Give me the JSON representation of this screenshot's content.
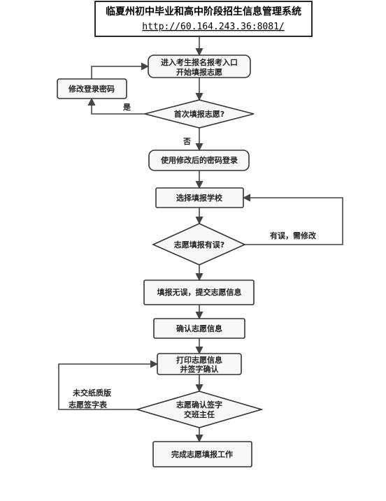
{
  "header": {
    "title": "临夏州初中毕业和高中阶段招生信息管理系统",
    "url": "http://60.164.243.36:8081/"
  },
  "nodes": {
    "entry": [
      "进入考生报名报考入口",
      "开始填报志愿"
    ],
    "modify_password": [
      "修改登录密码"
    ],
    "first_fill_check": [
      "首次填报志愿?"
    ],
    "login_new_password": [
      "使用修改后的密码登录"
    ],
    "choose_school": [
      "选择填报学校"
    ],
    "error_check": [
      "志愿填报有误?"
    ],
    "submit_info": [
      "填报无误，提交志愿信息"
    ],
    "confirm_info": [
      "确认志愿信息"
    ],
    "print_sign": [
      "打印志愿信息",
      "并签字确认"
    ],
    "submit_to_teacher": [
      "志愿确认签字",
      "交班主任"
    ],
    "finish": [
      "完成志愿填报工作"
    ]
  },
  "edges": {
    "yes": "是",
    "no": "否",
    "has_error": "有误，需修改",
    "no_paper_form": [
      "未交纸质版",
      "志愿签字表"
    ]
  }
}
